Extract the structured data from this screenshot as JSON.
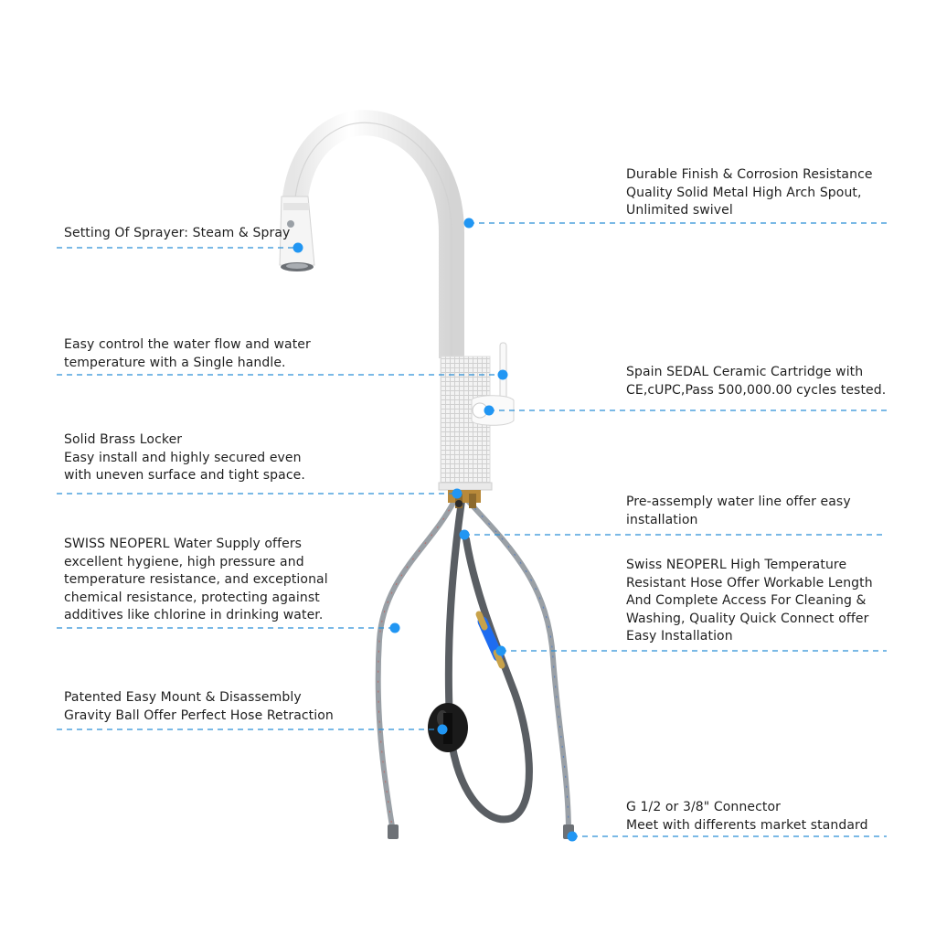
{
  "theme": {
    "leader_color": "#2a8fd6",
    "dot_color": "#2196f3",
    "faucet_white": "#f7f7f7",
    "faucet_shade": "#d9d9d9",
    "hose_steel": "#8e9297",
    "hose_dark": "#4c4f53",
    "gravity_ball": "#1a1a1a",
    "connector_blue": "#1e6cf0",
    "brass": "#b8893a"
  },
  "callouts": {
    "sprayer": {
      "lines": [
        "Setting Of Sprayer: Steam & Spray"
      ]
    },
    "handle": {
      "lines": [
        "Easy control the water flow and water",
        "temperature with a Single handle."
      ]
    },
    "locker": {
      "lines": [
        "Solid Brass Locker",
        "Easy install and highly secured even",
        "with uneven surface and tight space."
      ]
    },
    "water_supply": {
      "lines": [
        "SWISS NEOPERL Water Supply offers",
        "excellent hygiene, high pressure and",
        "temperature resistance, and exceptional",
        "chemical resistance, protecting against",
        "additives like chlorine in drinking water."
      ]
    },
    "gravity_ball": {
      "lines": [
        "Patented Easy Mount & Disassembly",
        "Gravity Ball Offer Perfect Hose Retraction"
      ]
    },
    "spout": {
      "lines": [
        "Durable Finish & Corrosion Resistance",
        "Quality Solid Metal High Arch Spout,",
        "Unlimited swivel"
      ]
    },
    "cartridge": {
      "lines": [
        "Spain SEDAL Ceramic Cartridge with",
        "CE,cUPC,Pass 500,000.00 cycles tested."
      ]
    },
    "water_line": {
      "lines": [
        "Pre-assemply water line offer easy",
        "installation"
      ]
    },
    "hose": {
      "lines": [
        "Swiss NEOPERL High Temperature",
        "Resistant Hose Offer Workable Length",
        "And Complete Access For Cleaning &",
        "Washing, Quality Quick Connect offer",
        "Easy Installation"
      ]
    },
    "connector": {
      "lines": [
        "G 1/2 or 3/8\" Connector",
        "Meet with differents market standard"
      ]
    }
  }
}
